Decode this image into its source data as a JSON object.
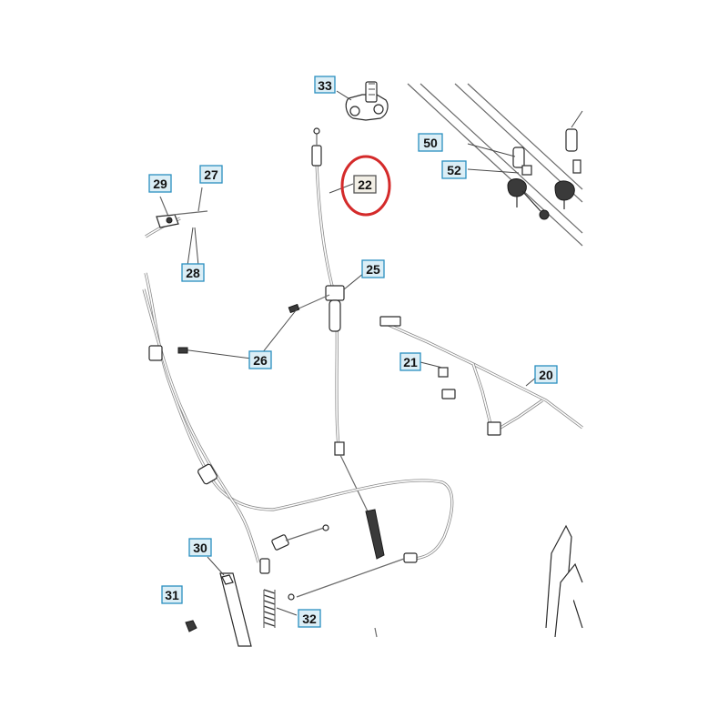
{
  "diagram": {
    "callouts": [
      {
        "id": "c33",
        "label": "33"
      },
      {
        "id": "c50",
        "label": "50"
      },
      {
        "id": "c52",
        "label": "52"
      },
      {
        "id": "c22",
        "label": "22"
      },
      {
        "id": "c29",
        "label": "29"
      },
      {
        "id": "c27",
        "label": "27"
      },
      {
        "id": "c28",
        "label": "28"
      },
      {
        "id": "c25",
        "label": "25"
      },
      {
        "id": "c26",
        "label": "26"
      },
      {
        "id": "c21",
        "label": "21"
      },
      {
        "id": "c20",
        "label": "20"
      },
      {
        "id": "c30",
        "label": "30"
      },
      {
        "id": "c31",
        "label": "31"
      },
      {
        "id": "c32",
        "label": "32"
      }
    ],
    "highlight": {
      "target": "22",
      "color": "#d42a2a"
    },
    "colors": {
      "callout_fill": "#dbeef6",
      "callout_stroke": "#2a8fc0",
      "line": "#4a4a4a"
    }
  }
}
